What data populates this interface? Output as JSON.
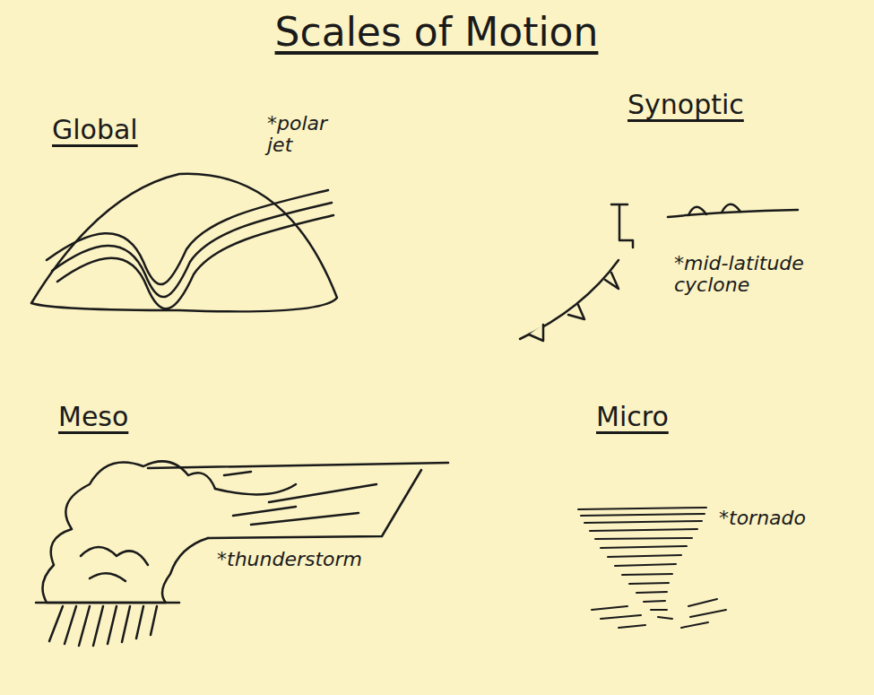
{
  "diagram": {
    "title": "Scales of Motion",
    "labels": [
      "Global",
      "*polar jet",
      "Synoptic",
      "*mid-latitude cyclone",
      "Meso",
      "*thunderstorm",
      "Micro",
      "*tornado"
    ]
  }
}
